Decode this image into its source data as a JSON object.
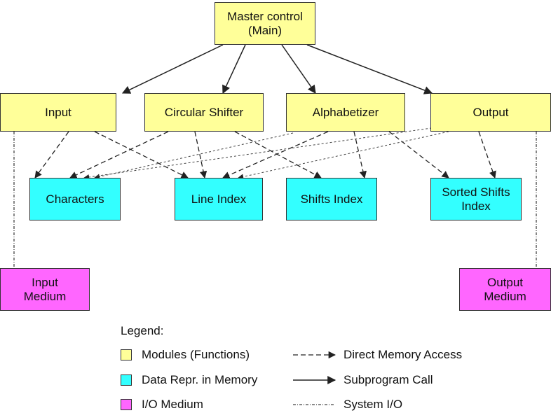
{
  "colors": {
    "module": "#ffff99",
    "data": "#33ffff",
    "io": "#ff66ff",
    "line": "#222222"
  },
  "nodes": {
    "master": "Master control\n(Main)",
    "input": "Input",
    "shifter": "Circular Shifter",
    "alphabetizer": "Alphabetizer",
    "output": "Output",
    "characters": "Characters",
    "line_index": "Line Index",
    "shifts_index": "Shifts Index",
    "sorted_shifts_index": "Sorted Shifts\nIndex",
    "input_medium": "Input\nMedium",
    "output_medium": "Output\nMedium"
  },
  "legend": {
    "title": "Legend:",
    "modules": "Modules (Functions)",
    "data": "Data Repr. in Memory",
    "io": "I/O Medium",
    "direct_memory": "Direct Memory Access",
    "subprogram_call": "Subprogram Call",
    "system_io": "System I/O"
  }
}
